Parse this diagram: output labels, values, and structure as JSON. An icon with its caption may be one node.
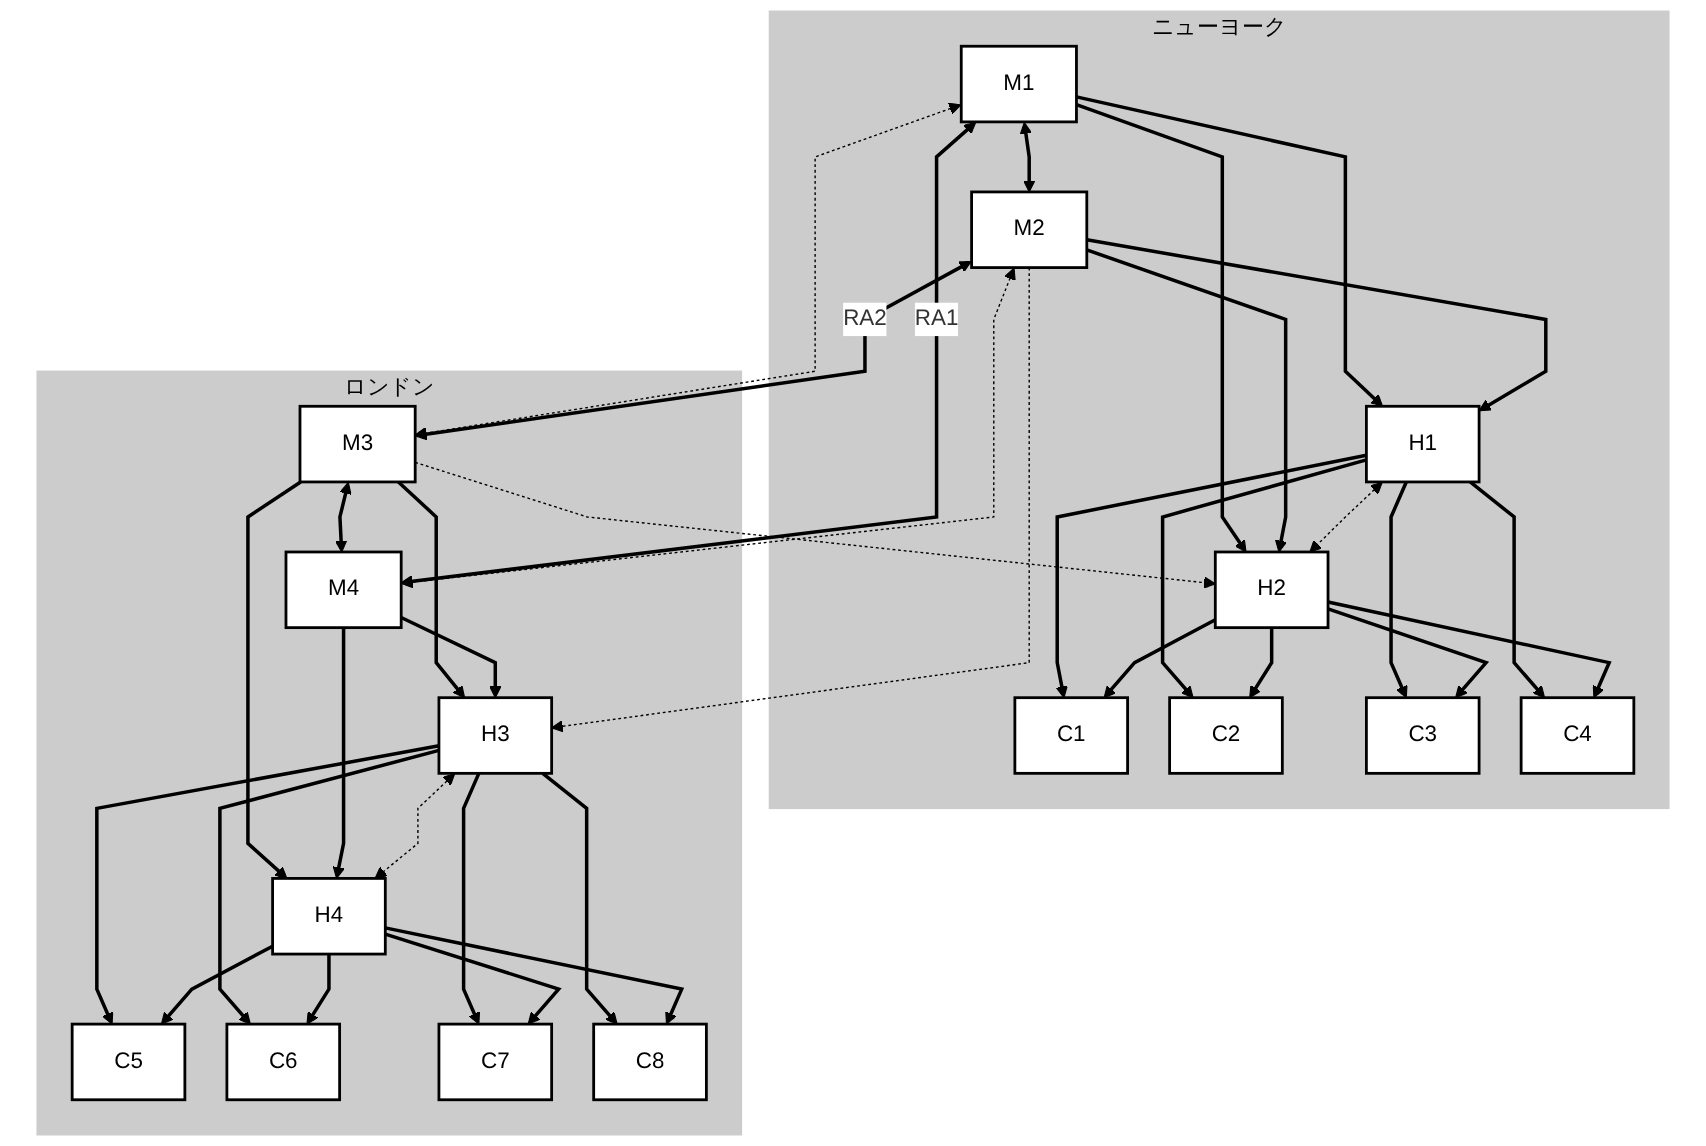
{
  "diagram": {
    "nodes": [
      {
        "text": [
          "ニューヨーク"
        ]
      },
      {
        "text": [
          "M1"
        ],
        "in": 0
      },
      {
        "text": [
          "M2"
        ],
        "in": 0
      },
      {
        "text": [
          "H1"
        ],
        "in": 0
      },
      {
        "text": [
          "H2"
        ],
        "in": 0
      },
      {
        "text": [
          "C1"
        ],
        "in": 0
      },
      {
        "text": [
          "C2"
        ],
        "in": 0
      },
      {
        "text": [
          "C3"
        ],
        "in": 0
      },
      {
        "text": [
          "C4"
        ],
        "in": 0
      },
      {
        "text": [
          "ロンドン"
        ]
      },
      {
        "text": [
          "M3"
        ],
        "in": 9
      },
      {
        "text": [
          "M4"
        ],
        "in": 9
      },
      {
        "text": [
          "H3"
        ],
        "in": 9
      },
      {
        "text": [
          "H4"
        ],
        "in": 9
      },
      {
        "text": [
          "C5"
        ],
        "in": 9
      },
      {
        "text": [
          "C6"
        ],
        "in": 9
      },
      {
        "text": [
          "C7"
        ],
        "in": 9
      },
      {
        "text": [
          "C8"
        ],
        "in": 9
      }
    ],
    "edges": [
      {
        "from": 1,
        "to": 11,
        "arrow": "both",
        "label": "RA1"
      },
      {
        "from": 1,
        "to": 10,
        "arrow": "both",
        "style": "dashed"
      },
      {
        "from": 2,
        "to": 11,
        "arrow": "both",
        "style": "dashed"
      },
      {
        "from": 1,
        "to": 2,
        "arrow": "both"
      },
      {
        "from": 2,
        "to": 10,
        "arrow": "both",
        "label": "RA2"
      },
      {
        "from": 10,
        "to": 11,
        "arrow": "both"
      },
      {
        "from": 1,
        "to": 3,
        "arrow": "to"
      },
      {
        "from": 1,
        "to": 4,
        "arrow": "to"
      },
      {
        "from": 2,
        "to": 3,
        "arrow": "to"
      },
      {
        "from": 2,
        "to": 4,
        "arrow": "to"
      },
      {
        "from": 2,
        "to": 12,
        "arrow": "to",
        "style": "dashed"
      },
      {
        "from": 10,
        "to": 4,
        "arrow": "to",
        "style": "dashed"
      },
      {
        "from": 10,
        "to": 12,
        "arrow": "to"
      },
      {
        "from": 10,
        "to": 13,
        "arrow": "to"
      },
      {
        "from": 11,
        "to": 12,
        "arrow": "to"
      },
      {
        "from": 11,
        "to": 13,
        "arrow": "to"
      },
      {
        "from": 3,
        "to": 4,
        "arrow": "both",
        "style": "dashed"
      },
      {
        "from": 12,
        "to": 13,
        "arrow": "both",
        "style": "dashed"
      },
      {
        "from": 3,
        "to": 5,
        "arrow": "to"
      },
      {
        "from": 3,
        "to": 6,
        "arrow": "to"
      },
      {
        "from": 3,
        "to": 7,
        "arrow": "to"
      },
      {
        "from": 3,
        "to": 8,
        "arrow": "to"
      },
      {
        "from": 4,
        "to": 5,
        "arrow": "to"
      },
      {
        "from": 4,
        "to": 6,
        "arrow": "to"
      },
      {
        "from": 4,
        "to": 7,
        "arrow": "to"
      },
      {
        "from": 4,
        "to": 8,
        "arrow": "to"
      },
      {
        "from": 12,
        "to": 14,
        "arrow": "to"
      },
      {
        "from": 12,
        "to": 15,
        "arrow": "to"
      },
      {
        "from": 12,
        "to": 16,
        "arrow": "to"
      },
      {
        "from": 12,
        "to": 17,
        "arrow": "to"
      },
      {
        "from": 13,
        "to": 14,
        "arrow": "to"
      },
      {
        "from": 13,
        "to": 15,
        "arrow": "to"
      },
      {
        "from": 13,
        "to": 16,
        "arrow": "to"
      },
      {
        "from": 13,
        "to": 17,
        "arrow": "to"
      }
    ]
  }
}
